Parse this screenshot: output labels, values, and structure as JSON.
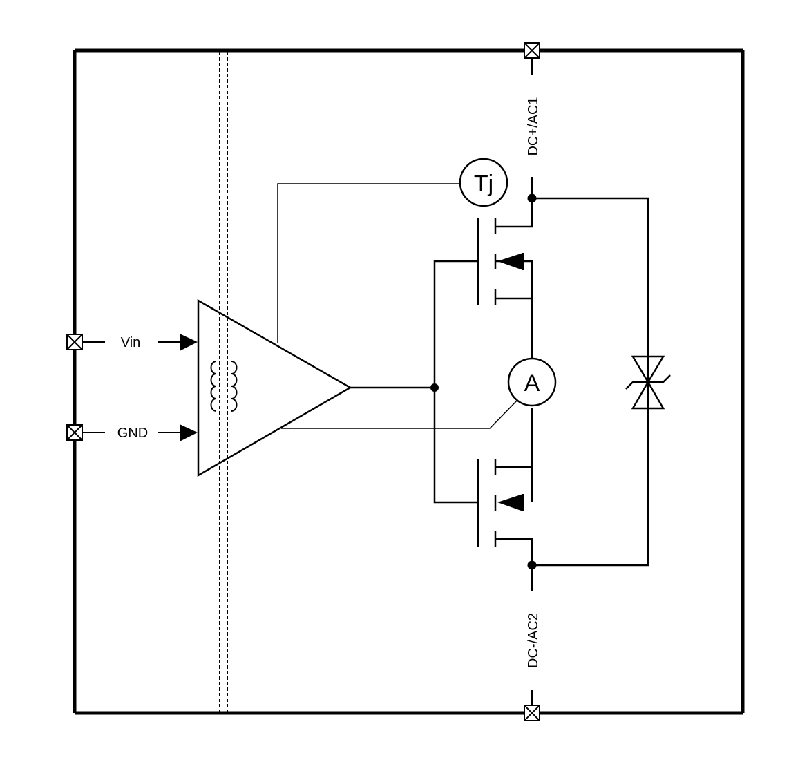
{
  "diagram": {
    "pins": {
      "vin": "Vin",
      "gnd": "GND",
      "dc_plus": "DC+/AC1",
      "dc_minus": "DC-/AC2"
    },
    "sensors": {
      "temperature": "Tj",
      "current": "A"
    },
    "colors": {
      "line": "#000000",
      "background": "#ffffff"
    }
  }
}
